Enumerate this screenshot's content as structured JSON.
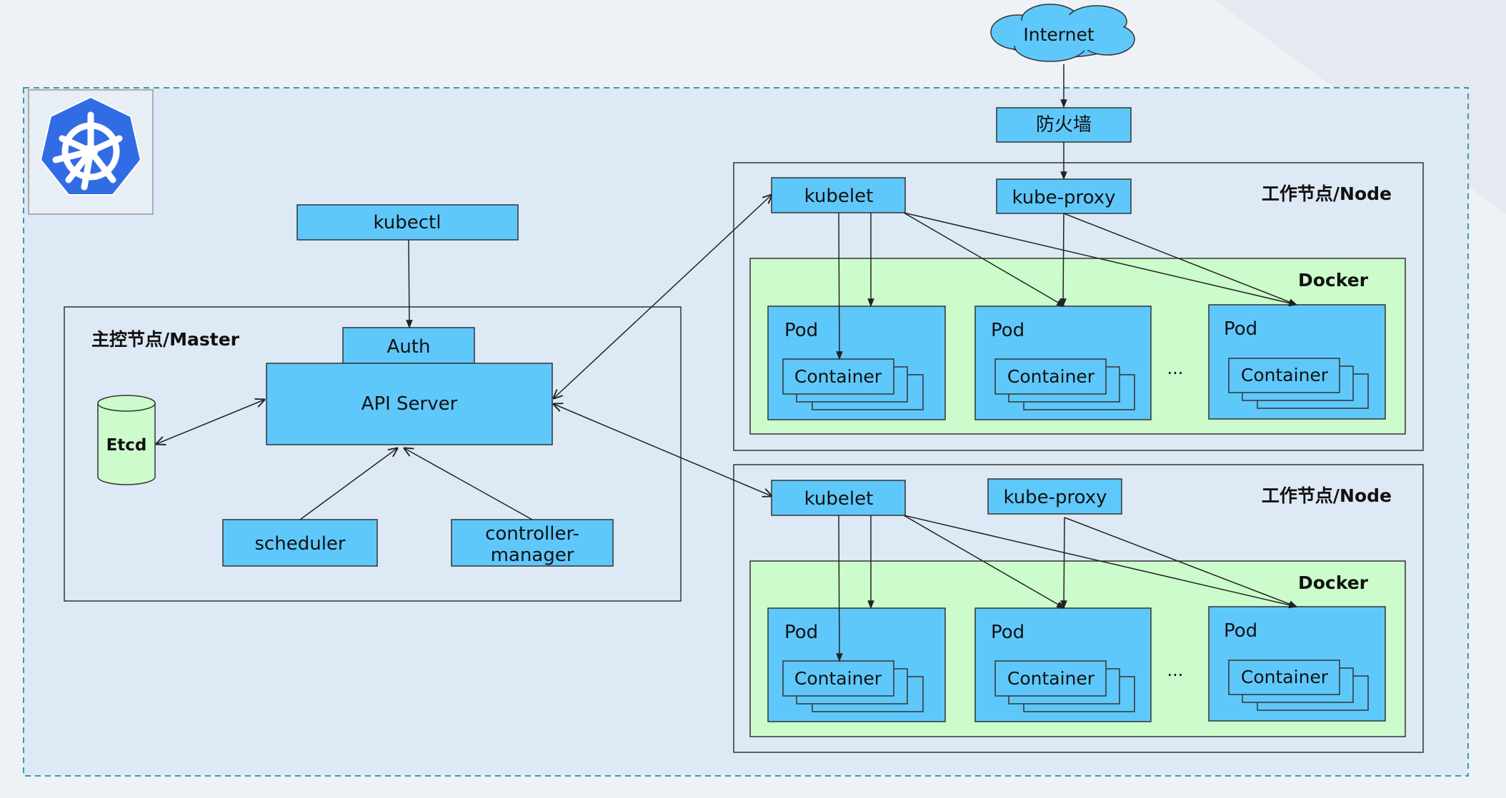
{
  "internet": "Internet",
  "firewall": "防火墙",
  "master": {
    "title": "主控节点/Master",
    "kubectl": "kubectl",
    "auth": "Auth",
    "api_server": "API Server",
    "etcd": "Etcd",
    "scheduler": "scheduler",
    "controller_manager_line1": "controller-",
    "controller_manager_line2": "manager"
  },
  "nodes": [
    {
      "title": "工作节点/Node",
      "kubelet": "kubelet",
      "kube_proxy": "kube-proxy",
      "docker": "Docker",
      "pod": "Pod",
      "container": "Container",
      "ellipsis": "···"
    },
    {
      "title": "工作节点/Node",
      "kubelet": "kubelet",
      "kube_proxy": "kube-proxy",
      "docker": "Docker",
      "pod": "Pod",
      "container": "Container",
      "ellipsis": "···"
    }
  ],
  "colors": {
    "component_fill": "#5fc8fb",
    "docker_fill": "#ccfccc",
    "cluster_fill": "#dde9f5",
    "cluster_border": "#3a9aa8",
    "logo_blue": "#326ce5"
  },
  "logo": "kubernetes-logo"
}
